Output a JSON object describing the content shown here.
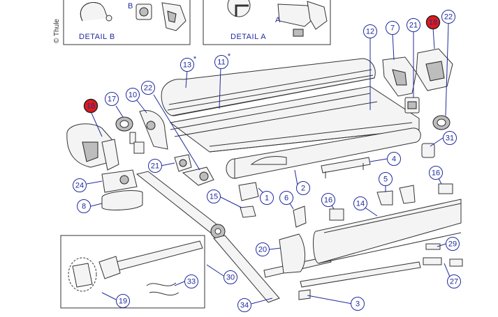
{
  "credit": "© Thule",
  "details": [
    {
      "id": "detail-b",
      "label": "DETAIL B",
      "letter": "B"
    },
    {
      "id": "detail-a",
      "label": "DETAIL A",
      "letter": "A"
    }
  ],
  "callouts": [
    {
      "id": "c13",
      "text": "13",
      "marker": "*",
      "highlight": false
    },
    {
      "id": "c11",
      "text": "11",
      "marker": "*",
      "highlight": false
    },
    {
      "id": "c12",
      "text": "12",
      "marker": "",
      "highlight": false
    },
    {
      "id": "c7",
      "text": "7",
      "marker": "",
      "highlight": false
    },
    {
      "id": "c21a",
      "text": "21",
      "marker": "",
      "highlight": false
    },
    {
      "id": "c18a",
      "text": "18",
      "marker": "",
      "highlight": true
    },
    {
      "id": "c22a",
      "text": "22",
      "marker": "",
      "highlight": false
    },
    {
      "id": "c18b",
      "text": "18",
      "marker": "",
      "highlight": true
    },
    {
      "id": "c17",
      "text": "17",
      "marker": "",
      "highlight": false
    },
    {
      "id": "c10",
      "text": "10",
      "marker": "",
      "highlight": false
    },
    {
      "id": "c22b",
      "text": "22",
      "marker": "",
      "highlight": false
    },
    {
      "id": "c31",
      "text": "31",
      "marker": "",
      "highlight": false
    },
    {
      "id": "c21b",
      "text": "21",
      "marker": "",
      "highlight": false
    },
    {
      "id": "c4",
      "text": "4",
      "marker": "",
      "highlight": false
    },
    {
      "id": "c24",
      "text": "24",
      "marker": "",
      "highlight": false
    },
    {
      "id": "c2",
      "text": "2",
      "marker": "",
      "highlight": false
    },
    {
      "id": "c5",
      "text": "5",
      "marker": "",
      "highlight": false
    },
    {
      "id": "c16a",
      "text": "16",
      "marker": "",
      "highlight": false
    },
    {
      "id": "c8",
      "text": "8",
      "marker": "",
      "highlight": false
    },
    {
      "id": "c15",
      "text": "15",
      "marker": "",
      "highlight": false
    },
    {
      "id": "c1",
      "text": "1",
      "marker": "",
      "highlight": false
    },
    {
      "id": "c6",
      "text": "6",
      "marker": "",
      "highlight": false
    },
    {
      "id": "c16b",
      "text": "16",
      "marker": "",
      "highlight": false
    },
    {
      "id": "c14",
      "text": "14",
      "marker": "",
      "highlight": false
    },
    {
      "id": "c20",
      "text": "20",
      "marker": "",
      "highlight": false
    },
    {
      "id": "c29",
      "text": "29",
      "marker": "",
      "highlight": false
    },
    {
      "id": "c30",
      "text": "30",
      "marker": "",
      "highlight": false
    },
    {
      "id": "c33",
      "text": "33",
      "marker": "",
      "highlight": false
    },
    {
      "id": "c27",
      "text": "27",
      "marker": "",
      "highlight": false
    },
    {
      "id": "c19",
      "text": "19",
      "marker": "",
      "highlight": false
    },
    {
      "id": "c34",
      "text": "34",
      "marker": "",
      "highlight": false
    },
    {
      "id": "c3",
      "text": "3",
      "marker": "",
      "highlight": false
    }
  ],
  "colors": {
    "callout_ink": "#1f2a9c",
    "highlight": "#e01a1a",
    "line_art": "#333333"
  }
}
